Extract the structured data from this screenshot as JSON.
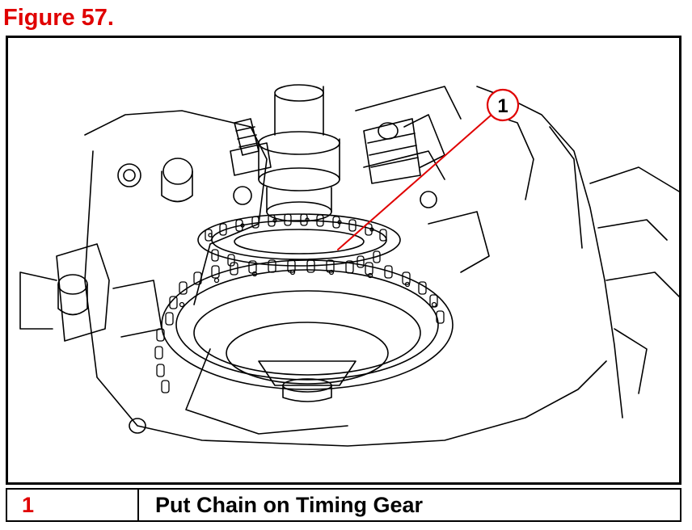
{
  "figure": {
    "title": "Figure 57."
  },
  "illustration": {
    "callout": "1"
  },
  "legend": {
    "rows": [
      {
        "number": "1",
        "description": "Put Chain on Timing Gear"
      }
    ]
  },
  "colors": {
    "accent": "#e00000",
    "line": "#000000"
  }
}
